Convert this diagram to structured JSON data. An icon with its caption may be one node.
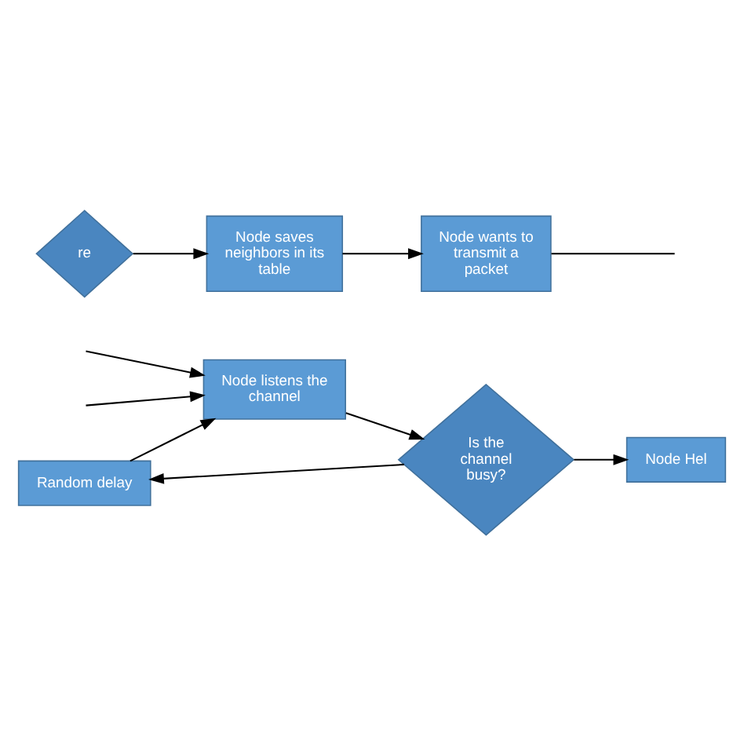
{
  "diagram": {
    "nodes": [
      {
        "text": [
          "Random delay"
        ]
      },
      {
        "text": [
          "Node listens the channel"
        ]
      },
      {
        "text": [
          "Is the channel busy?"
        ]
      },
      {
        "text": [
          "Node Hel"
        ]
      },
      {
        "text": [
          "Node wants to transmit a packet"
        ]
      },
      {
        "text": [
          "Node saves neighbors in its table"
        ]
      },
      {
        "text": [
          "re"
        ]
      }
    ],
    "edges": [
      {
        "from": null,
        "to": 1,
        "arrow": "to"
      },
      {
        "from": null,
        "to": 1,
        "arrow": "to"
      },
      {
        "from": 1,
        "to": 2,
        "arrow": "to"
      },
      {
        "from": 2,
        "to": 0,
        "arrow": "to"
      },
      {
        "from": 0,
        "to": 1,
        "arrow": "to"
      },
      {
        "from": 2,
        "to": 3,
        "arrow": "to"
      },
      {
        "from": 6,
        "to": 5,
        "arrow": "to"
      },
      {
        "from": 5,
        "to": 4,
        "arrow": "to"
      },
      {
        "from": 4,
        "to": null,
        "arrow": "none"
      }
    ]
  }
}
